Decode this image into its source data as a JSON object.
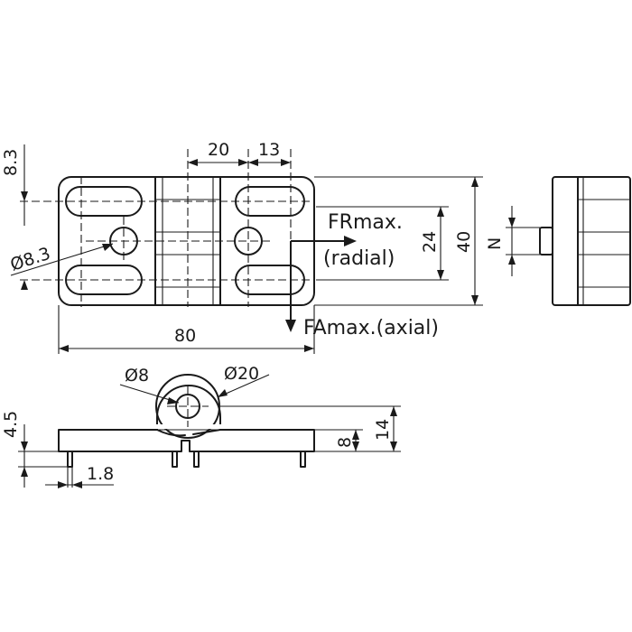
{
  "dimensions": {
    "d_8_3_side": "8.3",
    "d_20": "20",
    "d_13": "13",
    "d_24": "24",
    "d_40": "40",
    "d_n": "N",
    "d_dia_8_3": "Ø8.3",
    "d_80": "80",
    "d_dia_8": "Ø8",
    "d_dia_20": "Ø20",
    "d_4_5": "4.5",
    "d_8": "8",
    "d_14": "14",
    "d_1_8": "1.8"
  },
  "forces": {
    "radial_line1": "FRmax.",
    "radial_line2": "(radial)",
    "axial": "FAmax.(axial)"
  }
}
